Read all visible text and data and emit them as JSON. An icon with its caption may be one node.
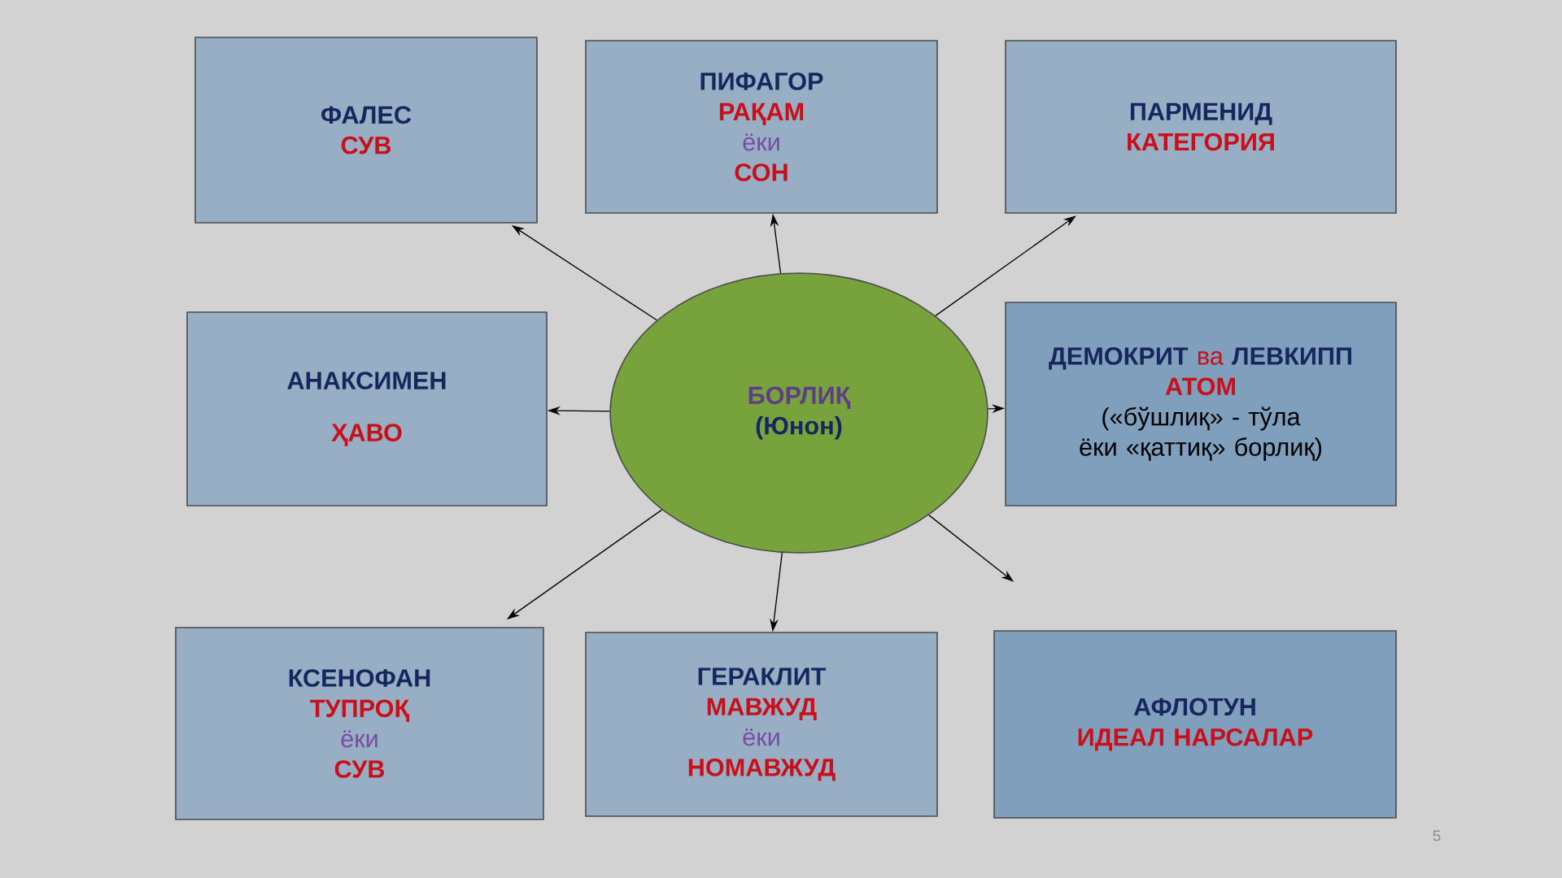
{
  "diagram": {
    "nodes": [
      {
        "text": [
          "ФАЛЕС",
          "СУВ"
        ]
      },
      {
        "text": [
          "ПИФАГОР",
          "РАҚАМ",
          "ёки",
          "СОН"
        ]
      },
      {
        "text": [
          "ПАРМЕНИД",
          "КАТЕГОРИЯ"
        ]
      },
      {
        "text": [
          "АНАКСИМЕН",
          "ҲАВО"
        ]
      },
      {
        "text": [
          "БОРЛИҚ",
          "(Юнон)"
        ]
      },
      {
        "text": [
          "ДЕМОКРИТ",
          "ва",
          "ЛЕВКИПП",
          "АТОМ",
          "(«бўшлиқ» - тўла ёки «қаттиқ» борлиқ)"
        ]
      },
      {
        "text": [
          "КСЕНОФАН",
          "ТУПРОҚ",
          "ёки",
          "СУВ"
        ]
      },
      {
        "text": [
          "ГЕРАКЛИТ",
          "МАВЖУД",
          "ёки",
          "НОМАВЖУД"
        ]
      },
      {
        "text": [
          "АФЛОТУН",
          "ИДЕАЛ НАРСАЛАР"
        ]
      }
    ],
    "edges": [
      {
        "from": 4,
        "to": 0,
        "arrow": "to"
      },
      {
        "from": 4,
        "to": 1,
        "arrow": "to"
      },
      {
        "from": 4,
        "to": 2,
        "arrow": "to"
      },
      {
        "from": 4,
        "to": 3,
        "arrow": "to"
      },
      {
        "from": 4,
        "to": 5,
        "arrow": "to"
      },
      {
        "from": 4,
        "to": 6,
        "arrow": "to"
      },
      {
        "from": 4,
        "to": 7,
        "arrow": "to"
      },
      {
        "from": 4,
        "to": 8,
        "arrow": "to"
      }
    ],
    "labels": [
      "5"
    ]
  }
}
